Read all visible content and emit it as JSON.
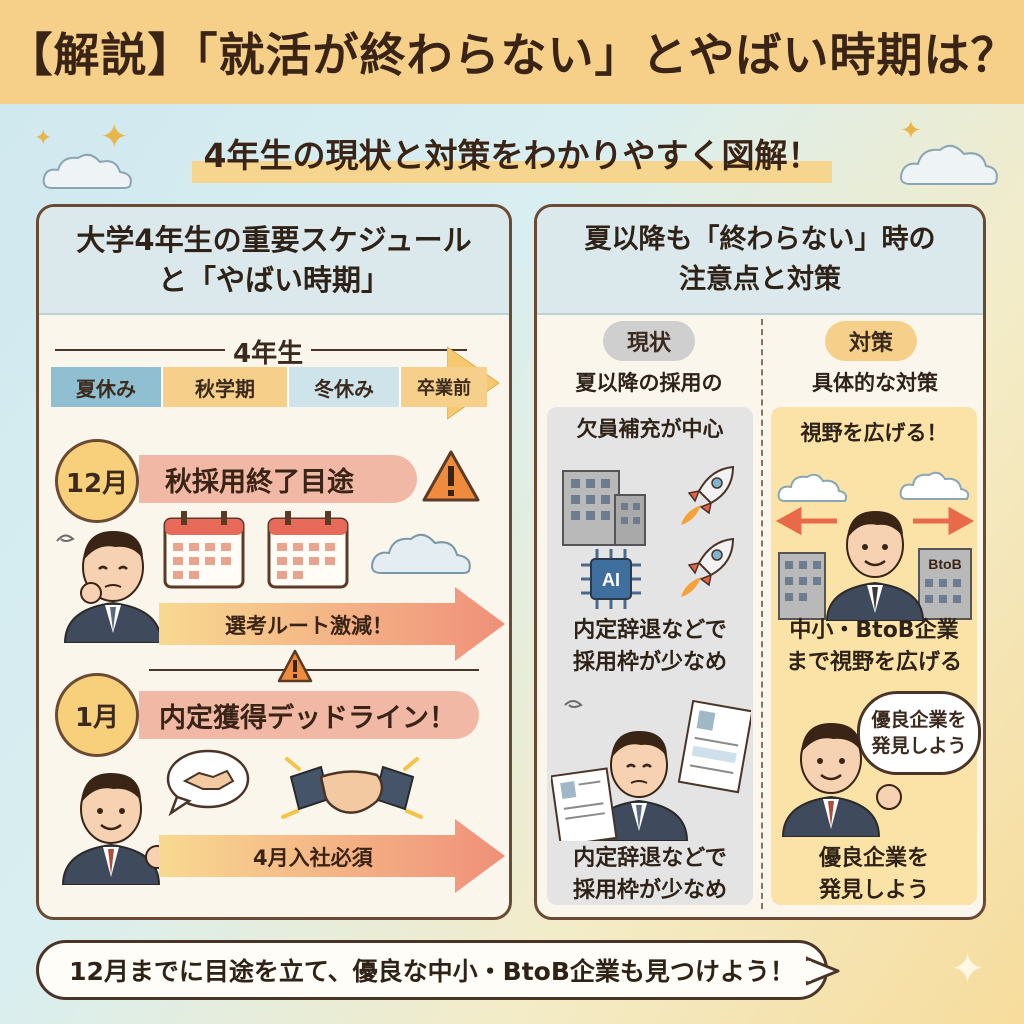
{
  "title": "【解説】「就活が終わらない」とやばい時期は？",
  "subtitle": "4年生の現状と対策をわかりやすく図解！",
  "left": {
    "heading_line1": "大学4年生の重要スケジュール",
    "heading_line2": "と「やばい時期」",
    "year_label": "4年生",
    "seasons": [
      "夏休み",
      "秋学期",
      "冬休み",
      "卒業前"
    ],
    "milestone1": {
      "month": "12月",
      "text": "秋採用終了目途",
      "band": "選考ルート激減！"
    },
    "milestone2": {
      "month": "1月",
      "text": "内定獲得デッドライン！",
      "band": "4月入社必須"
    }
  },
  "right": {
    "heading_line1": "夏以降も「終わらない」時の",
    "heading_line2": "注意点と対策",
    "current": {
      "tag": "現状",
      "line1": "夏以降の採用の",
      "line2": "欠員補充が中心",
      "ai_label": "AI",
      "mid1": "内定辞退などで",
      "mid2": "採用枠が少なめ",
      "bottom1": "内定辞退などで",
      "bottom2": "採用枠が少なめ"
    },
    "measure": {
      "tag": "対策",
      "line1": "具体的な対策",
      "line2": "視野を広げる！",
      "btob_label": "BtoB",
      "mid1": "中小・BtoB企業",
      "mid2": "まで視野を広げる",
      "bubble1": "優良企業を",
      "bubble2": "発見しよう",
      "bottom1": "優良企業を",
      "bottom2": "発見しよう"
    }
  },
  "footer": "12月までに目途を立て、優良な中小・BtoB企業も見つけよう！",
  "colors": {
    "title_bg": "#f6d089",
    "panel_head": "#dbe9ec",
    "summer": "#8fbfd0",
    "autumn": "#f6d08a",
    "winter": "#cfe4ea",
    "pre_grad": "#f6d08a",
    "banner": "#f1b8a6",
    "current_bg": "#e4e4e4",
    "measure_bg": "#fbe3a8"
  },
  "icons": [
    "sparkle-icon",
    "cloud-icon",
    "warning-icon",
    "calendar-icon",
    "student-worried-icon",
    "handshake-icon",
    "student-confident-icon",
    "office-building-icon",
    "rocket-icon",
    "ai-chip-icon",
    "resume-icon",
    "double-arrow-icon"
  ]
}
